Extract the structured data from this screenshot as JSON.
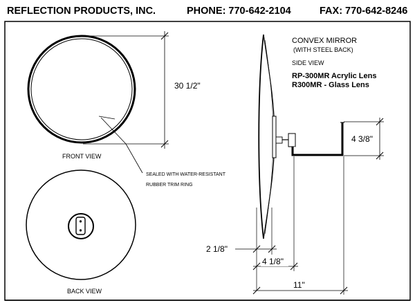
{
  "header": {
    "company": "REFLECTION PRODUCTS, INC.",
    "phone": "PHONE: 770-642-2104",
    "fax": "FAX: 770-642-8246"
  },
  "front_view": {
    "label": "FRONT VIEW",
    "diameter_dim": "30 1/2\""
  },
  "back_view": {
    "label": "BACK VIEW"
  },
  "callout": {
    "line1": "SEALED WITH WATER-RESISTANT",
    "line2": "RUBBER TRIM RING"
  },
  "side_view": {
    "title": "CONVEX MIRROR",
    "subtitle": "(WITH STEEL BACK)",
    "view_label": "SIDE VIEW",
    "model_acrylic": "RP-300MR Acrylic Lens",
    "model_glass": "R300MR - Glass Lens",
    "dim_bracket_height": "4 3/8\"",
    "dim_depth": "2 1/8\"",
    "dim_mount_depth": "4 1/8\"",
    "dim_overall": "11\""
  }
}
